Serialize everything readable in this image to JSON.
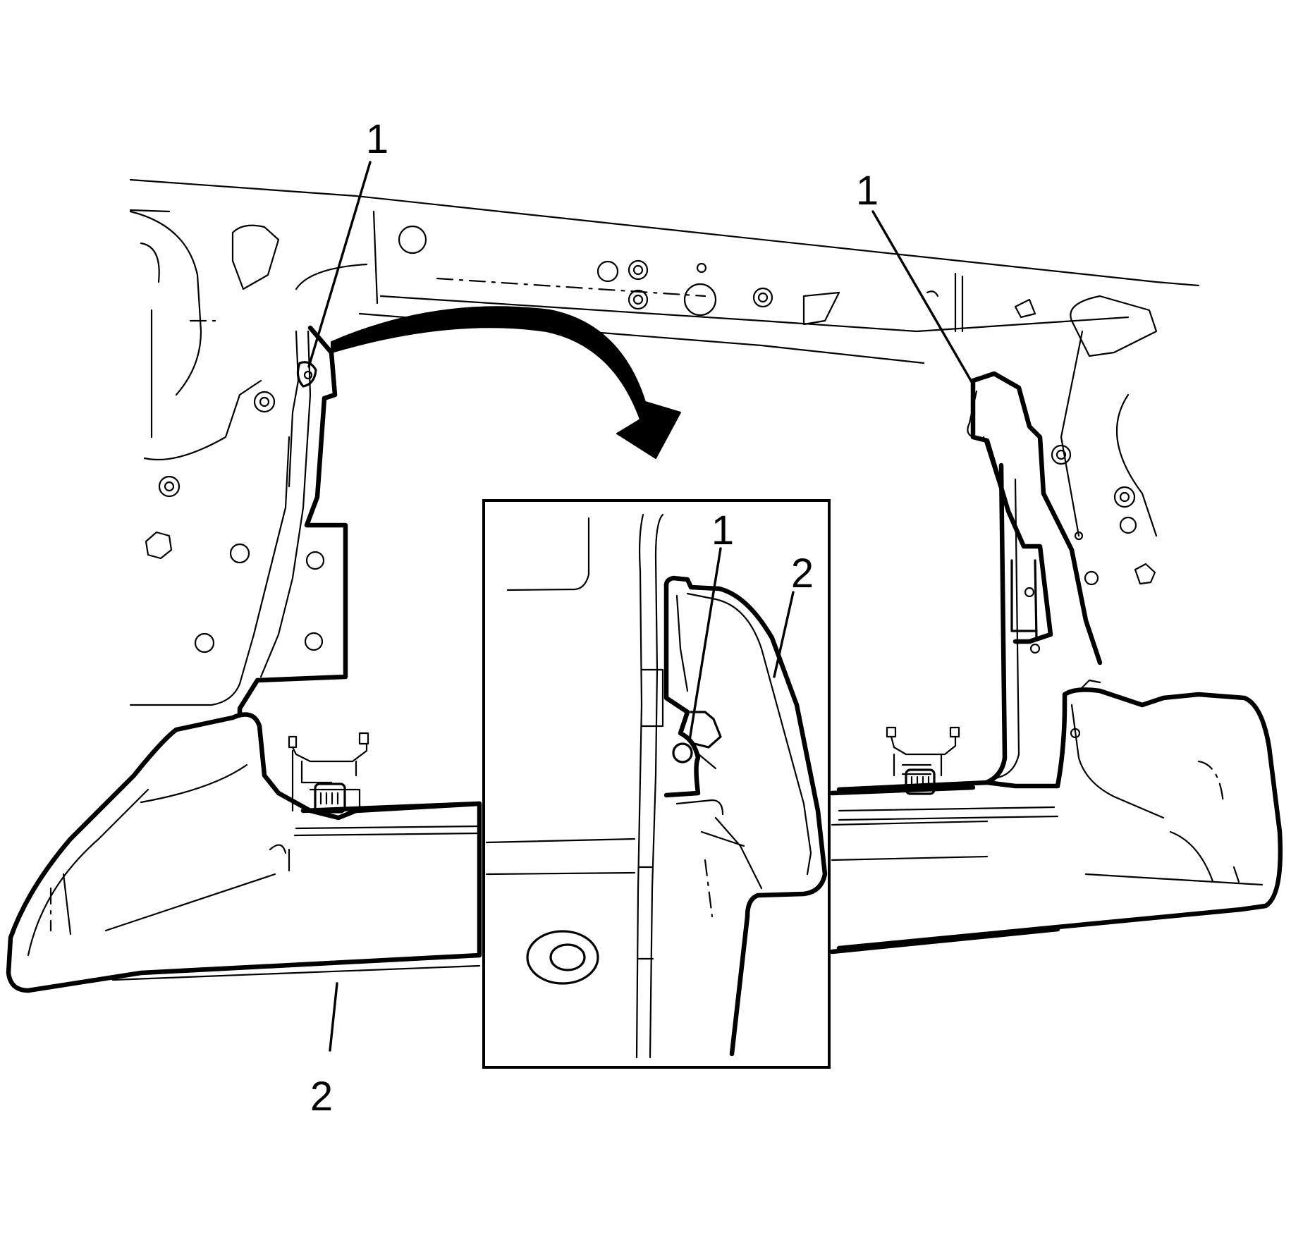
{
  "callouts": {
    "top_left": "1",
    "top_right": "1",
    "inset_1": "1",
    "inset_2": "2",
    "bottom": "2"
  },
  "colors": {
    "line": "#000000",
    "background": "#ffffff"
  }
}
